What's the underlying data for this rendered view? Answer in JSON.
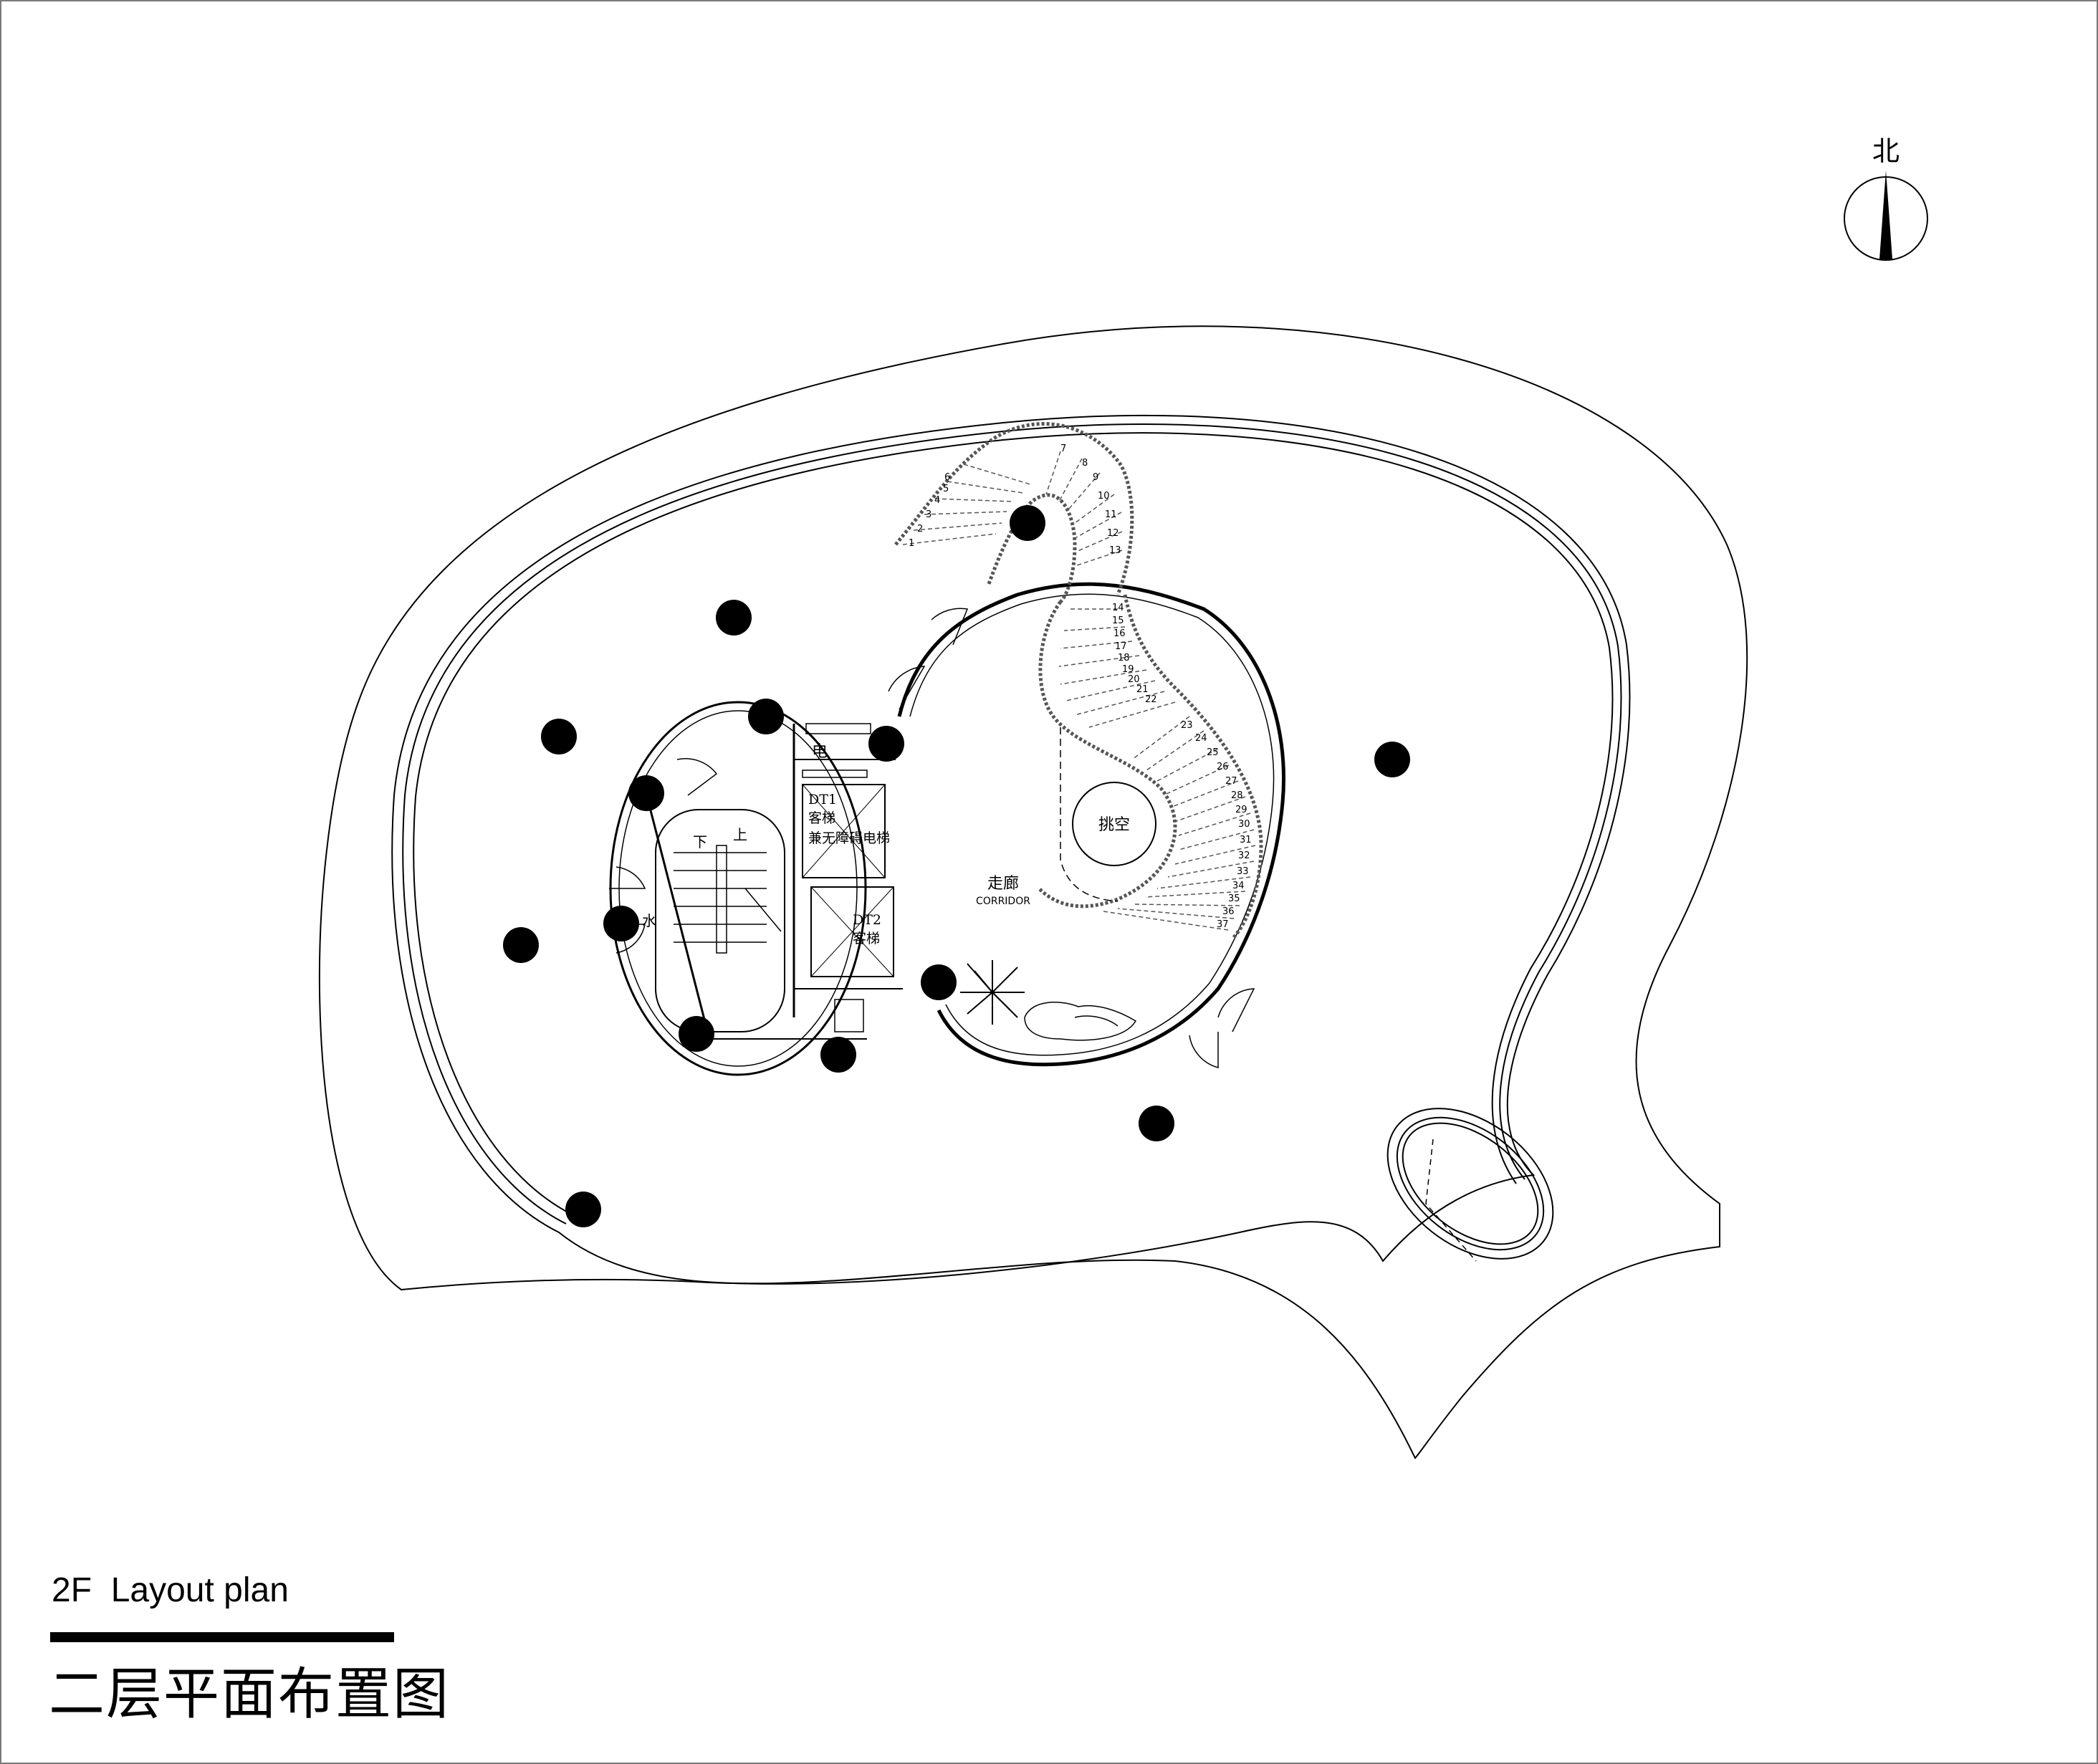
{
  "drawing": {
    "north_label": "北",
    "title_en": "2F  Layout plan",
    "title_cn": "二层平面布置图"
  },
  "rooms": {
    "electrical": "电",
    "elevator1_code": "DT1",
    "elevator1_name": "客梯",
    "elevator1_note": "兼无障碍电梯",
    "elevator2_code": "DT2",
    "elevator2_name": "客梯",
    "stair_down": "下",
    "stair_up": "上",
    "water": "水",
    "corridor_cn": "走廊",
    "corridor_en": "CORRIDOR",
    "void": "挑空"
  },
  "stair_steps": [
    "1",
    "2",
    "3",
    "4",
    "5",
    "6",
    "7",
    "8",
    "9",
    "10",
    "11",
    "12",
    "13",
    "14",
    "15",
    "16",
    "17",
    "18",
    "19",
    "20",
    "21",
    "22",
    "23",
    "24",
    "25",
    "26",
    "27",
    "28",
    "29",
    "30",
    "31",
    "32",
    "33",
    "34",
    "35",
    "36",
    "37"
  ]
}
